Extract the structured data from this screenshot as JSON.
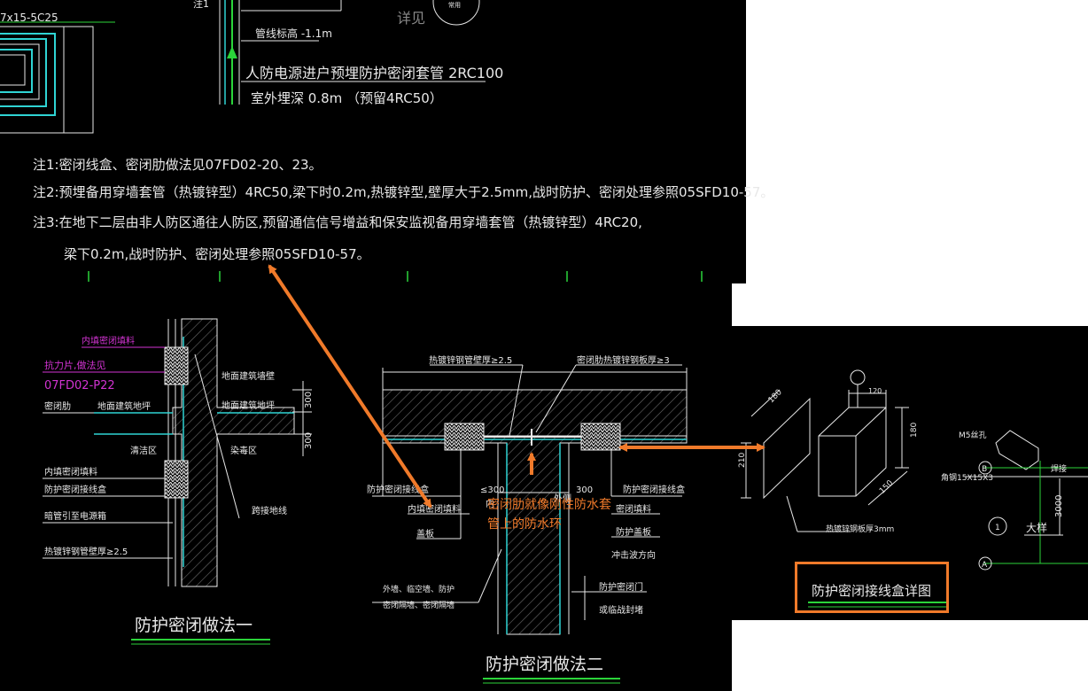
{
  "top": {
    "detail_ref": "详见",
    "circle_label": "常用",
    "pipe_elev": "管线标高 -1.1m",
    "power_entry": "人防电源进户预埋防护密闭套管 2RC100",
    "outdoor_depth": "室外埋深 0.8m （预留4RC50）",
    "left_dim": "7x15-5C25",
    "label_top": "注1"
  },
  "notes": [
    "注1:密闭线盒、密闭肋做法见07FD02-20、23。",
    "注2:预埋备用穿墙套管（热镀锌型）4RC50,梁下时0.2m,热镀锌型,壁厚大于2.5mm,战时防护、密闭处理参照05SFD10-57。",
    "注3:在地下二层由非人防区通往人防区,预留通信信号增益和保安监视备用穿墙套管（热镀锌型）4RC20,",
    "梁下0.2m,战时防护、密闭处理参照05SFD10-57。"
  ],
  "method1": {
    "title": "防护密闭做法一",
    "labels": {
      "fill": "内填密闭填料",
      "anti_crack": "抗力片,做法见",
      "std": "07FD02-P22",
      "rib": "密闭肋",
      "ground_floor": "地面建筑地坪",
      "ground_wall": "地面建筑墙壁",
      "ground_floor2": "地面建筑地坪",
      "clean": "清洁区",
      "toxic": "染毒区",
      "fill2": "内填密闭填料",
      "box": "防护密闭接线盒",
      "conduit": "暗管引至电源箱",
      "pipe": "热镀锌钢管壁厚≥2.5",
      "ground_wire": "跨接地线"
    },
    "dims": [
      "300",
      "300"
    ]
  },
  "method2": {
    "title": "防护密闭做法二",
    "labels": {
      "pipe_top": "热镀锌钢管壁厚≥2.5",
      "rib_top": "密闭肋热镀锌钢板厚≥3",
      "box_left": "防护密闭接线盒",
      "fill_left": "内填密闭填料",
      "cover": "盖板",
      "inner": "内",
      "outer": "外侧",
      "box_right": "防护密闭接线盒",
      "fill_right": "密闭填料",
      "cover_right": "防护盖板",
      "blast": "冲击波方向",
      "wall": "外墙、临空墙、防护",
      "wall2": "密闭隔墙、密闭隔墙",
      "door": "防护密闭门",
      "door2": "或临战封堵"
    },
    "dims": [
      "≤300",
      "300"
    ]
  },
  "box_detail": {
    "title": "防护密闭接线盒详图",
    "labels": {
      "plate": "热镀锌钢板厚3mm",
      "screw": "M5丝孔",
      "angle": "角钢15X15X3",
      "weld": "焊接",
      "detail": "大样",
      "b": "B",
      "a": "A",
      "one": "1"
    },
    "dims": [
      "180",
      "210",
      "120",
      "180",
      "150",
      "3000"
    ]
  },
  "annotation": {
    "text_line1": "密闭肋就像刚性防水套",
    "text_line2": "管上的防水环"
  },
  "colors": {
    "background": "#000000",
    "cad_white": "#e8e8e8",
    "cad_cyan": "#2fd4d4",
    "cad_green": "#2bd43a",
    "cad_magenta": "#d233d2",
    "annotation_orange": "#f07a2a",
    "hatch": "#5a5a5a"
  }
}
